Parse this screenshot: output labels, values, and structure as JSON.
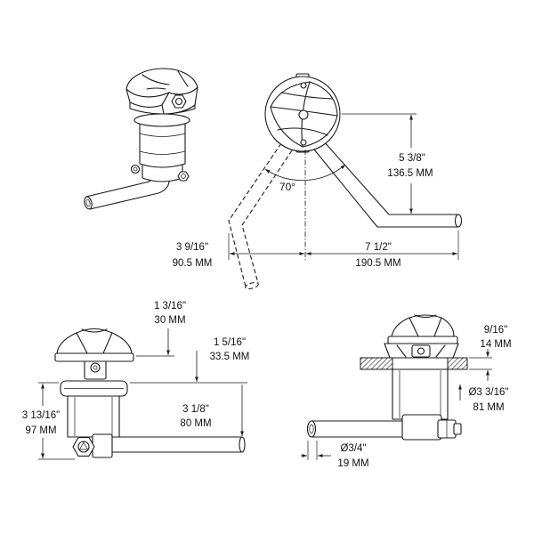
{
  "top_view": {
    "vertical_imperial": "5 3/8\"",
    "vertical_metric": "136.5 MM",
    "angle": "70°",
    "left_imperial": "3 9/16\"",
    "left_metric": "90.5 MM",
    "right_imperial": "7 1/2\"",
    "right_metric": "190.5 MM"
  },
  "side_view": {
    "cap_imperial": "1 3/16\"",
    "cap_metric": "30 MM",
    "collar_imperial": "1 5/16\"",
    "collar_metric": "33.5 MM",
    "overall_imperial": "3 13/16\"",
    "overall_metric": "97 MM",
    "outlet_imperial": "3 1/8\"",
    "outlet_metric": "80 MM"
  },
  "installed_view": {
    "deck_imperial": "9/16\"",
    "deck_metric": "14 MM",
    "body_diameter_imperial": "Ø3 3/16\"",
    "body_diameter_metric": "81 MM",
    "pipe_diameter_imperial": "Ø3/4\"",
    "pipe_diameter_metric": "19 MM"
  }
}
